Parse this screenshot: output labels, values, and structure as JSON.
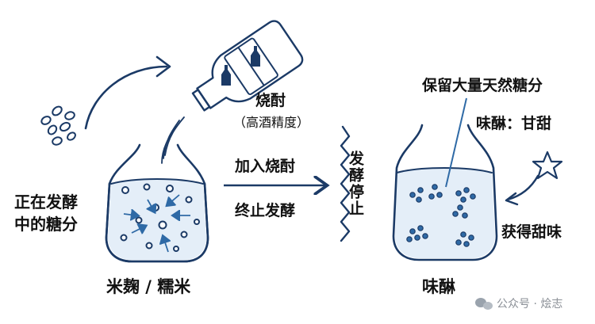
{
  "labels": {
    "shochu": "烧酎",
    "shochu_note": "（高酒精度）",
    "fermenting": [
      "正在发酵",
      "中的糖分"
    ],
    "add_shochu": "加入烧酎",
    "stop_fermentation": "终止发酵",
    "fermentation_stops": "发酵停止",
    "left_jar": "米麹 / 糯米",
    "retain_sugar": "保留大量天然糖分",
    "mirin_taste": "味醂：甘甜",
    "get_sweet": "获得甜味",
    "right_jar": "味醂"
  },
  "watermark": {
    "account": "公众号 · 烩志"
  },
  "colors": {
    "ink": "#1b3a66",
    "liquid": "#e4eef8",
    "accent": "#2f6aa6",
    "text": "#111111"
  },
  "icons": {
    "bottle_icon": "sake-bottle-icon",
    "star_icon": "star-icon",
    "watermark_icon": "wechat-icon"
  }
}
